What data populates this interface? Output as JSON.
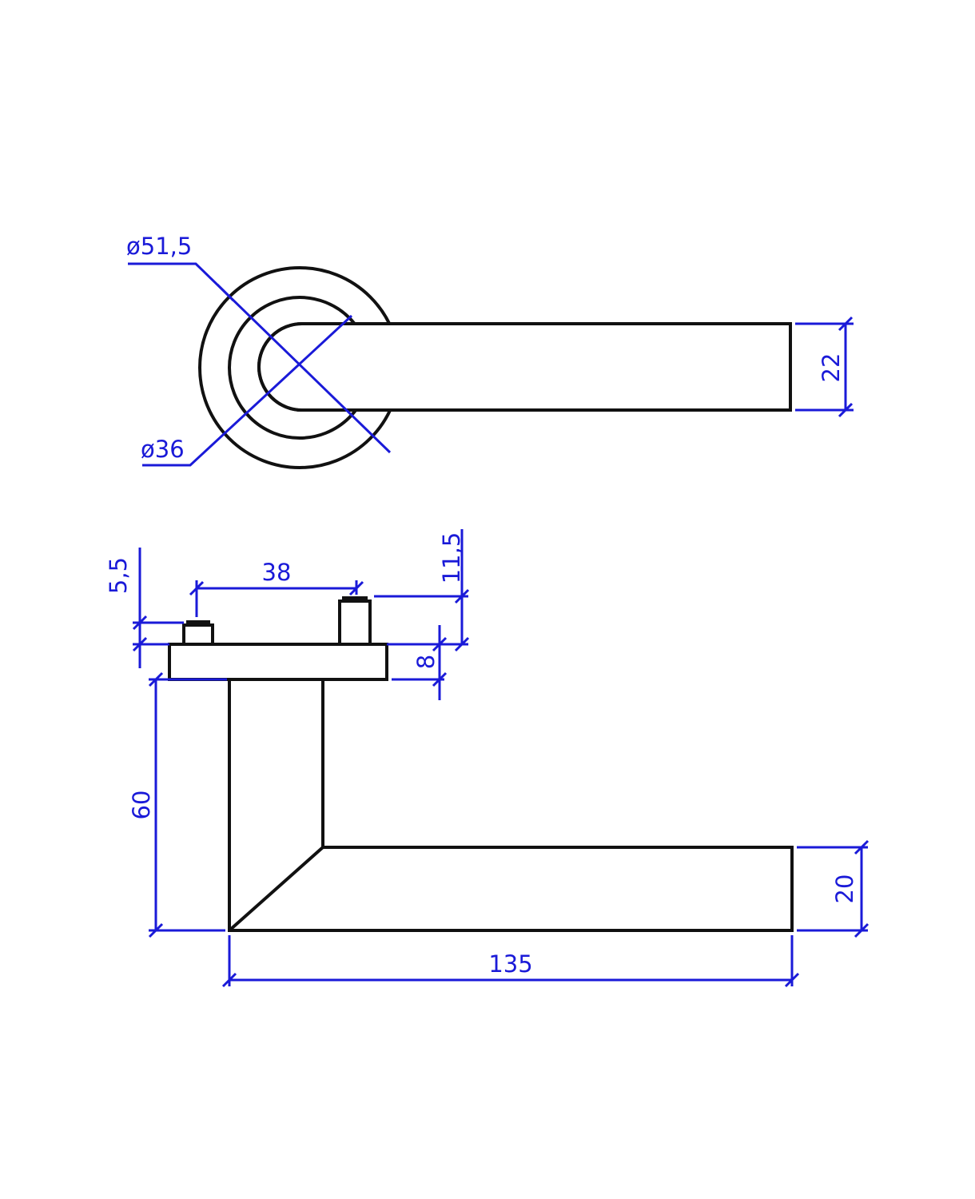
{
  "colors": {
    "outline": "#111111",
    "dimension": "#1a1ad8",
    "background": "#ffffff"
  },
  "top_view": {
    "rose_outer_diameter": "ø51,5",
    "rose_inner_diameter": "ø36",
    "lever_thickness": "22"
  },
  "side_view": {
    "pin_height_left": "5,5",
    "pin_spacing": "38",
    "pin_height_right": "11,5",
    "rose_thickness": "8",
    "lever_projection": "60",
    "lever_grip_height": "20",
    "lever_length": "135"
  }
}
